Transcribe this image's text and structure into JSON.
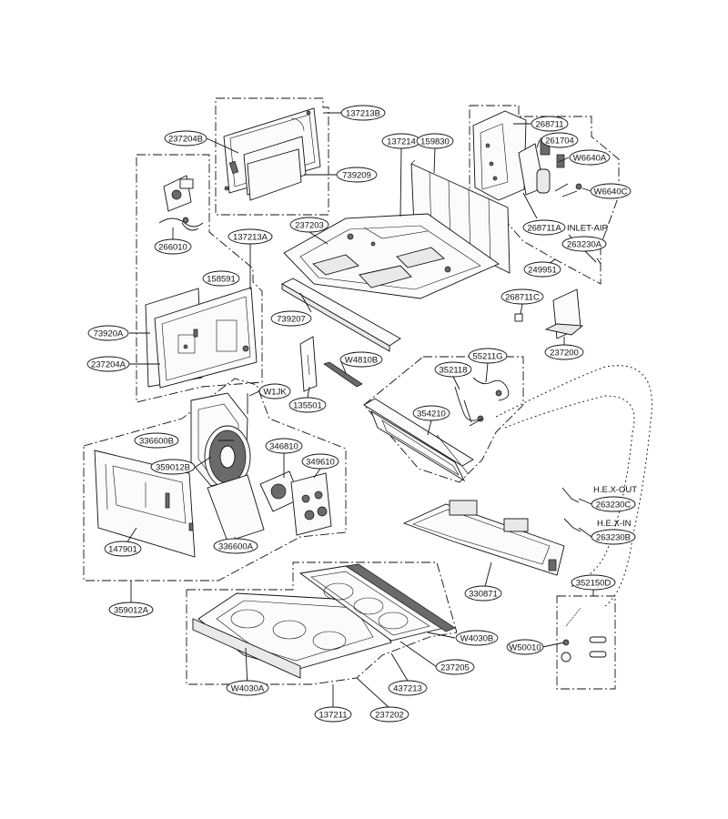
{
  "labels": {
    "l137213B": "137213B",
    "l237204B": "237204B",
    "l739209": "739209",
    "l266010": "266010",
    "l158591": "158591",
    "l137213A": "137213A",
    "l73920A": "73920A",
    "l237204A": "237204A",
    "l137214": "137214",
    "l159830": "159830",
    "l237203": "237203",
    "l739207": "739207",
    "l268711": "268711",
    "l261704": "261704",
    "lW6640A": "W6640A",
    "lW6640C": "W6640C",
    "l268711A": "268711A",
    "l263230A": "263230A",
    "l249951": "249951",
    "l268711C": "268711C",
    "l237200": "237200",
    "lW4810B": "W4810B",
    "l135501": "135501",
    "l352118": "352118",
    "l55211G": "55211G",
    "l354210": "354210",
    "lW1JK": "W1JK",
    "l336600B": "336600B",
    "l346810": "346810",
    "l349610": "349610",
    "l359012B": "359012B",
    "l147901": "147901",
    "l336600A": "336600A",
    "l263230C": "263230C",
    "l263230B": "263230B",
    "l330871": "330871",
    "l359012A": "359012A",
    "l352150D": "352150D",
    "lW4030B": "W4030B",
    "lW50010": "W50010",
    "l237205": "237205",
    "l437213": "437213",
    "lW4030A": "W4030A",
    "l137211": "137211",
    "l237202": "237202"
  },
  "text": {
    "inlet_air": "INLET-AIR",
    "hex_out": "H.E.X-OUT",
    "hex_in": "H.E.X-IN"
  }
}
